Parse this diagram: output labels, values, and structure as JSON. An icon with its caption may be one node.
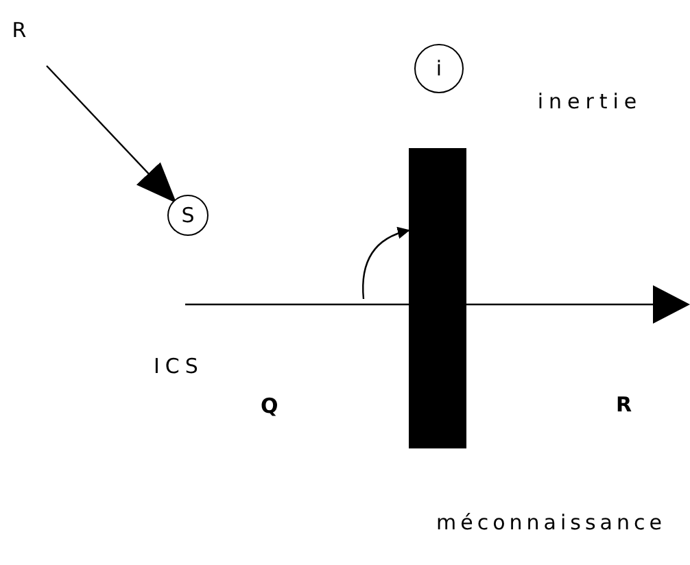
{
  "diagram": {
    "nodes": [
      {
        "text": [
          "R"
        ]
      },
      {
        "text": [
          "S"
        ]
      },
      {
        "text": [
          "i"
        ]
      },
      {
        "text": [
          "inertie"
        ]
      },
      {
        "text": [],
        "shape": "bar"
      }
    ],
    "edges": [
      {
        "from": 0,
        "to": 1,
        "arrow": "to"
      },
      {
        "from": null,
        "to": 4,
        "arrow": "to"
      }
    ],
    "labels": [
      "ICS",
      "Q",
      "R",
      "méconnaissance"
    ]
  }
}
